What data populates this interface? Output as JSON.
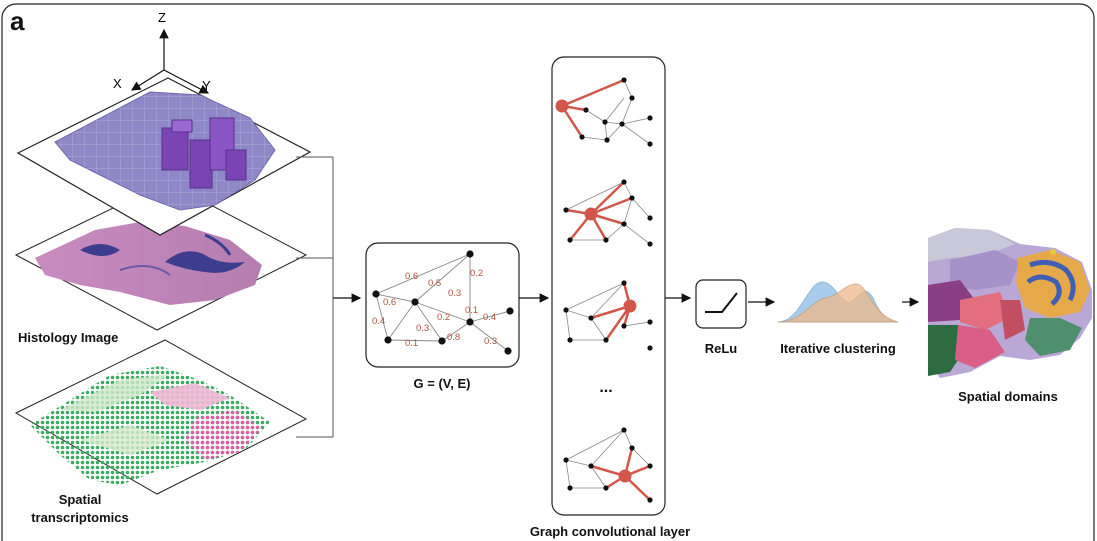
{
  "panel": {
    "letter": "a"
  },
  "axes3d": {
    "x": "X",
    "y": "Y",
    "z": "Z"
  },
  "labels": {
    "histology": "Histology Image",
    "spatial_line1": "Spatial",
    "spatial_line2": "transcriptomics",
    "graph": "G = (V, E)",
    "gcn": "Graph convolutional layer",
    "ellipsis": "...",
    "relu": "ReLu",
    "clustering": "Iterative clustering",
    "domains": "Spatial domains"
  },
  "graph_edge_weights": [
    "0.6",
    "0.5",
    "0.2",
    "0.3",
    "0.6",
    "0.4",
    "0.2",
    "0.1",
    "0.4",
    "0.3",
    "0.8",
    "0.1",
    "0.3"
  ],
  "colors": {
    "highlight": "#d2574a",
    "weight_text": "#b5523e",
    "node": "#111111",
    "histology_pink": "#c98bc0",
    "histology_purple": "#3d3d8f",
    "slab": "#8e88c6",
    "transcript_green": "#3eaa64",
    "transcript_pink": "#dd5fa6",
    "peak_blue": "#8cbde6",
    "peak_orange": "#efb98a"
  }
}
